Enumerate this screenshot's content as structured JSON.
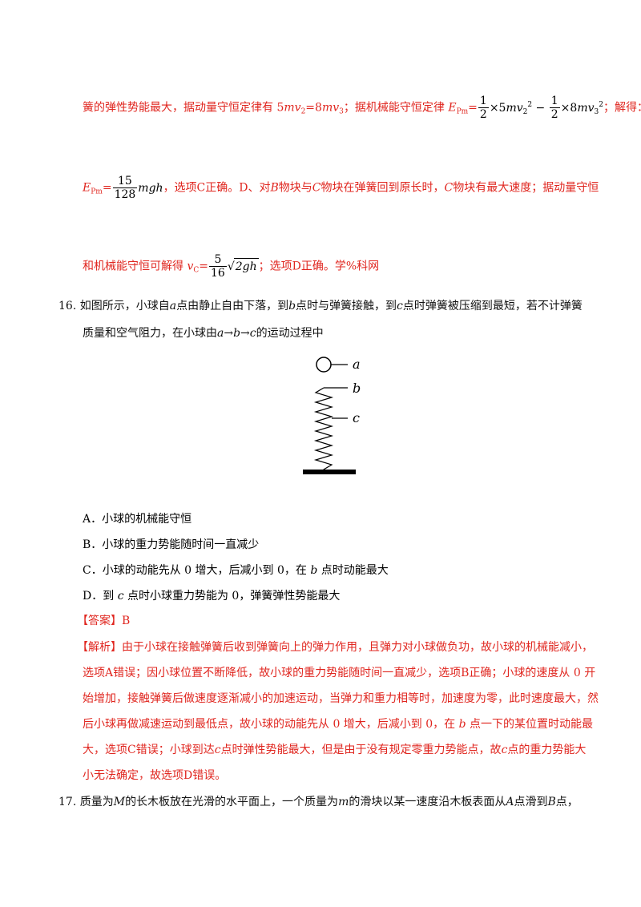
{
  "top": {
    "line1_a": "簧的弹性势能最大，据动量守恒定律有 5",
    "line1_b": "=8",
    "line1_c": "；据机械能守恒定律 ",
    "line1_d": "=",
    "line1_e": "×5",
    "line1_f": "×8",
    "line1_g": "；解得：",
    "frac_half_num": "1",
    "frac_half_den": "2",
    "line2_epm": "E",
    "line2_pm": "Pm",
    "line2_eq": "=",
    "line2_frac_num": "15",
    "line2_frac_den": "128",
    "line2_mgh": "mgh",
    "line2_text": "，选项C正确。D、对",
    "line2_b": "B",
    "line2_text2": "物块与",
    "line2_c": "C",
    "line2_text3": "物块在弹簧回到原长时，",
    "line2_c2": "C",
    "line2_text4": "物块有最大速度；据动量守恒",
    "line3_a": "和机械能守恒可解得 ",
    "line3_vc": "v",
    "line3_c": "C",
    "line3_eq": "=",
    "line3_frac_num": "5",
    "line3_frac_den": "16",
    "line3_sqrt": "2gh",
    "line3_b": "；选项D正确。学%科网"
  },
  "q16": {
    "number": "16.",
    "stem1_a": "如图所示，小球自",
    "stem1_b": "点由静止自由下落，到",
    "stem1_c": "点时与弹簧接触，到",
    "stem1_d": "点时弹簧被压缩到最短，若不计弹簧",
    "stem2_a": "质量和空气阻力，在小球由",
    "stem2_b": "的运动过程中",
    "a": "a",
    "b": "b",
    "c": "c",
    "arrow_path": "a→b→c",
    "figure": {
      "label_a": "a",
      "label_b": "b",
      "label_c": "c"
    },
    "options": [
      "A．小球的机械能守恒",
      "B．小球的重力势能随时间一直减少",
      "C．小球的动能先从 0 增大，后减小到 0，在",
      "D．到",
      "点时小球重力势能为 0，弹簧弹性势能最大"
    ],
    "optC_tail": "点时动能最大",
    "answer_label": "【答案】B",
    "analysis": [
      "【解析】由于小球在接触弹簧后收到弹簧向上的弹力作用，且弹力对小球做负功，故小球的机械能减小，",
      "选项A错误；因小球位置不断降低，故小球的重力势能随时间一直减少，选项B正确；小球的速度从 0 开",
      "始增加，接触弹簧后做速度逐渐减小的加速运动，当弹力和重力相等时，加速度为零，此时速度最大，然",
      "后小球再做减速运动到最低点，故小球的动能先从 0 增大，后减小到 0，在 ",
      " 点一下的某位置时动能最",
      "大，选项C错误；小球到达",
      "点时弹性势能最大，但是由于没有规定零重力势能点，故",
      "点的重力势能大",
      "小无法确定，故选项D错误。"
    ]
  },
  "q17": {
    "number": "17.",
    "t1": "质量为",
    "M": "M",
    "t2": "的长木板放在光滑的水平面上，一个质量为",
    "m": "m",
    "t3": "的滑块以某一速度沿木板表面从",
    "A": "A",
    "t4": "点滑到",
    "B": "B",
    "t5": "点，"
  }
}
